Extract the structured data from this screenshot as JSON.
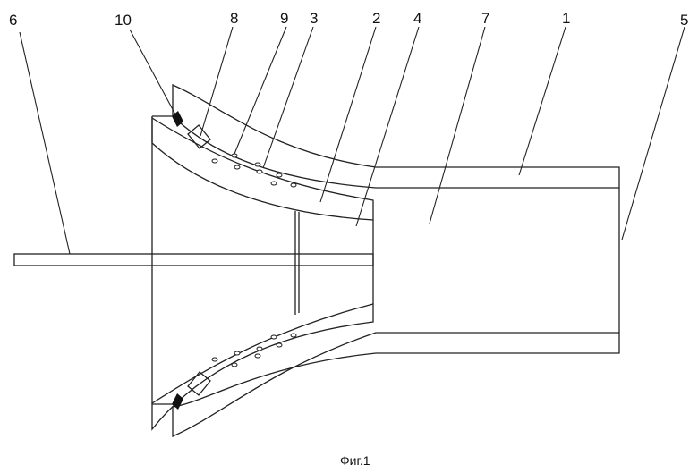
{
  "figure": {
    "caption": "Фиг.1",
    "labels": [
      {
        "id": "label-6",
        "text": "6"
      },
      {
        "id": "label-10",
        "text": "10"
      },
      {
        "id": "label-8",
        "text": "8"
      },
      {
        "id": "label-9",
        "text": "9"
      },
      {
        "id": "label-3",
        "text": "3"
      },
      {
        "id": "label-2",
        "text": "2"
      },
      {
        "id": "label-4",
        "text": "4"
      },
      {
        "id": "label-7",
        "text": "7"
      },
      {
        "id": "label-1",
        "text": "1"
      },
      {
        "id": "label-5",
        "text": "5"
      }
    ]
  }
}
